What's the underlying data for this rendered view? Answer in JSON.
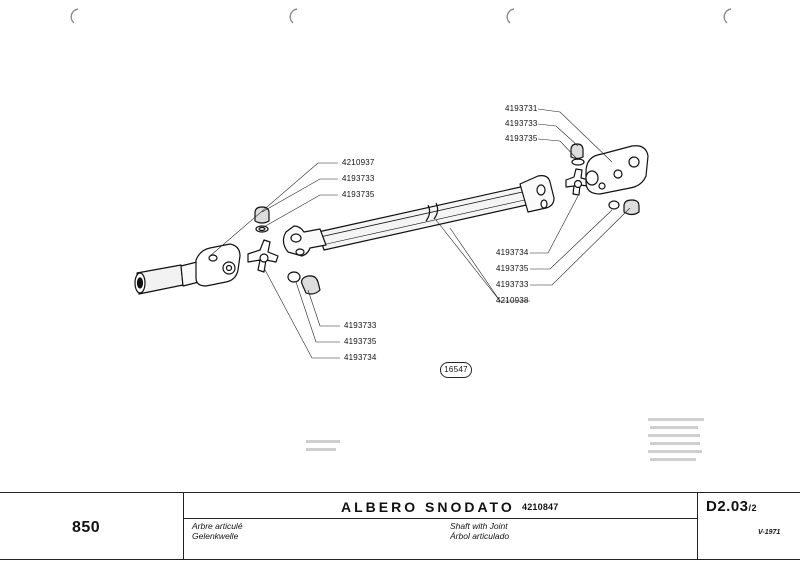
{
  "labels": {
    "top_group": [
      "4193731",
      "4193733",
      "4193735"
    ],
    "left_group_top": [
      "4210937",
      "4193733",
      "4193735"
    ],
    "right_group": [
      "4193734",
      "4193735",
      "4193733",
      "4210938"
    ],
    "left_group_bottom": [
      "4193733",
      "4193735",
      "4193734"
    ]
  },
  "drawing_badge": "16547",
  "title_block": {
    "model": "850",
    "title": "ALBERO SNODATO",
    "title_code": "4210847",
    "french": "Arbre articulé",
    "german": "Gelenkwelle",
    "english": "Shaft with Joint",
    "spanish": "Árbol articulado",
    "ref_code": "D2.03",
    "ref_sub": "/2",
    "date": "V-1971"
  }
}
